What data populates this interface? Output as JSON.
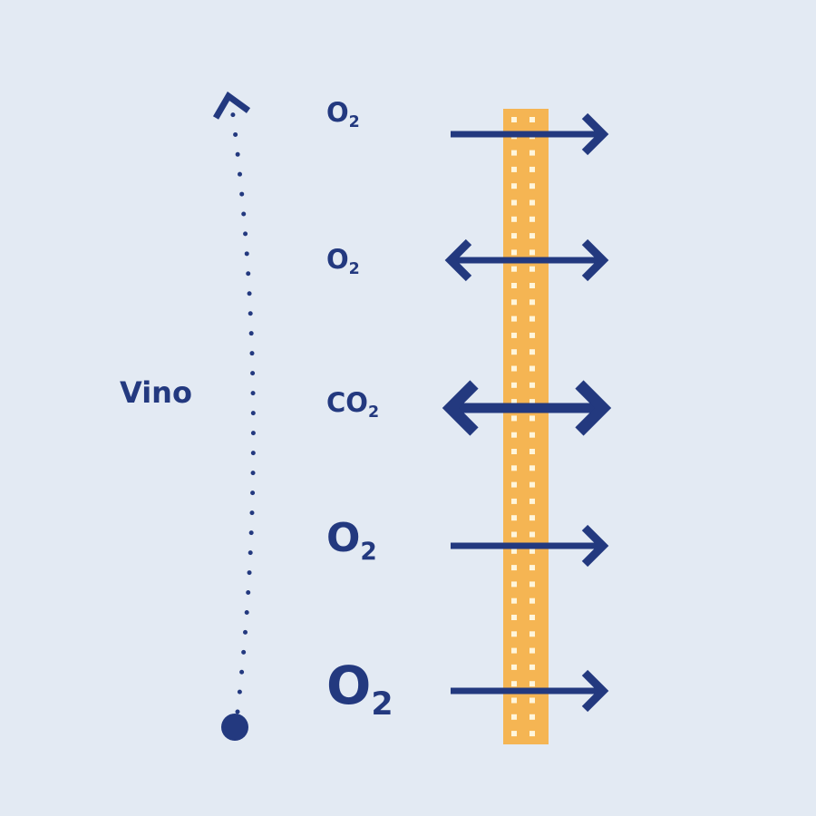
{
  "colors": {
    "background": "#e3eaf3",
    "navy": "#23397f",
    "membrane": "#f5b553",
    "pore": "#fff6dc"
  },
  "side_label": "Vino",
  "gases": [
    {
      "symbol": "O",
      "subscript": "2",
      "direction": "out"
    },
    {
      "symbol": "O",
      "subscript": "2",
      "direction": "both"
    },
    {
      "symbol": "CO",
      "subscript": "2",
      "direction": "both"
    },
    {
      "symbol": "O",
      "subscript": "2",
      "direction": "out"
    },
    {
      "symbol": "O",
      "subscript": "2",
      "direction": "out"
    }
  ]
}
